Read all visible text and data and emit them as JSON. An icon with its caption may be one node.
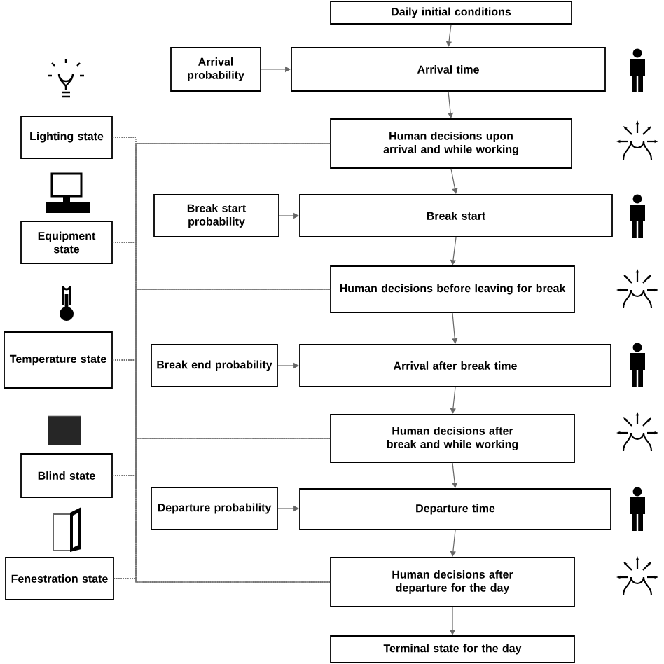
{
  "diagram": {
    "nodes": [
      {
        "text": [
          "Daily initial conditions"
        ]
      },
      {
        "text": [
          "Arrival probability"
        ]
      },
      {
        "text": [
          "Arrival time"
        ]
      },
      {
        "text": [
          "Lighting state"
        ]
      },
      {
        "text": [
          "Human decisions upon arrival and while working"
        ]
      },
      {
        "text": [
          "Break start probability"
        ]
      },
      {
        "text": [
          "Break start"
        ]
      },
      {
        "text": [
          "Equipment state"
        ]
      },
      {
        "text": [
          "Human decisions before leaving for break"
        ]
      },
      {
        "text": [
          "Temperature state"
        ]
      },
      {
        "text": [
          "Break end probability"
        ]
      },
      {
        "text": [
          "Arrival after break time"
        ]
      },
      {
        "text": [
          "Human decisions after break and while working"
        ]
      },
      {
        "text": [
          "Blind state"
        ]
      },
      {
        "text": [
          "Departure probability"
        ]
      },
      {
        "text": [
          "Departure time"
        ]
      },
      {
        "text": [
          "Fenestration state"
        ]
      },
      {
        "text": [
          "Human decisions after departure for the day"
        ]
      },
      {
        "text": [
          "Terminal state for the day"
        ]
      }
    ],
    "edges": [
      {
        "from": 0,
        "to": 2,
        "arrow": "to"
      },
      {
        "from": 1,
        "to": 2,
        "arrow": "to"
      },
      {
        "from": 2,
        "to": 4,
        "arrow": "to"
      },
      {
        "from": 4,
        "to": 6,
        "arrow": "to"
      },
      {
        "from": 5,
        "to": 6,
        "arrow": "to"
      },
      {
        "from": 6,
        "to": 8,
        "arrow": "to"
      },
      {
        "from": 8,
        "to": 11,
        "arrow": "to"
      },
      {
        "from": 10,
        "to": 11,
        "arrow": "to"
      },
      {
        "from": 11,
        "to": 12,
        "arrow": "to"
      },
      {
        "from": 12,
        "to": 15,
        "arrow": "to"
      },
      {
        "from": 14,
        "to": 15,
        "arrow": "to"
      },
      {
        "from": 15,
        "to": 17,
        "arrow": "to"
      },
      {
        "from": 17,
        "to": 18,
        "arrow": "to"
      },
      {
        "from": 3,
        "to": 4,
        "arrow": "none",
        "style": "dashed"
      },
      {
        "from": 3,
        "to": 8,
        "arrow": "none",
        "style": "dashed"
      },
      {
        "from": 3,
        "to": 12,
        "arrow": "none",
        "style": "dashed"
      },
      {
        "from": 3,
        "to": 17,
        "arrow": "none",
        "style": "dashed"
      },
      {
        "from": 7,
        "to": 4,
        "arrow": "none",
        "style": "dashed"
      },
      {
        "from": 7,
        "to": 8,
        "arrow": "none",
        "style": "dashed"
      },
      {
        "from": 7,
        "to": 12,
        "arrow": "none",
        "style": "dashed"
      },
      {
        "from": 7,
        "to": 17,
        "arrow": "none",
        "style": "dashed"
      },
      {
        "from": 9,
        "to": 4,
        "arrow": "none",
        "style": "dashed"
      },
      {
        "from": 9,
        "to": 8,
        "arrow": "none",
        "style": "dashed"
      },
      {
        "from": 9,
        "to": 12,
        "arrow": "none",
        "style": "dashed"
      },
      {
        "from": 9,
        "to": 17,
        "arrow": "none",
        "style": "dashed"
      },
      {
        "from": 13,
        "to": 4,
        "arrow": "none",
        "style": "dashed"
      },
      {
        "from": 13,
        "to": 8,
        "arrow": "none",
        "style": "dashed"
      },
      {
        "from": 13,
        "to": 12,
        "arrow": "none",
        "style": "dashed"
      },
      {
        "from": 13,
        "to": 17,
        "arrow": "none",
        "style": "dashed"
      },
      {
        "from": 16,
        "to": 4,
        "arrow": "none",
        "style": "dashed"
      },
      {
        "from": 16,
        "to": 8,
        "arrow": "none",
        "style": "dashed"
      },
      {
        "from": 16,
        "to": 12,
        "arrow": "none",
        "style": "dashed"
      },
      {
        "from": 16,
        "to": 17,
        "arrow": "none",
        "style": "dashed"
      }
    ]
  }
}
